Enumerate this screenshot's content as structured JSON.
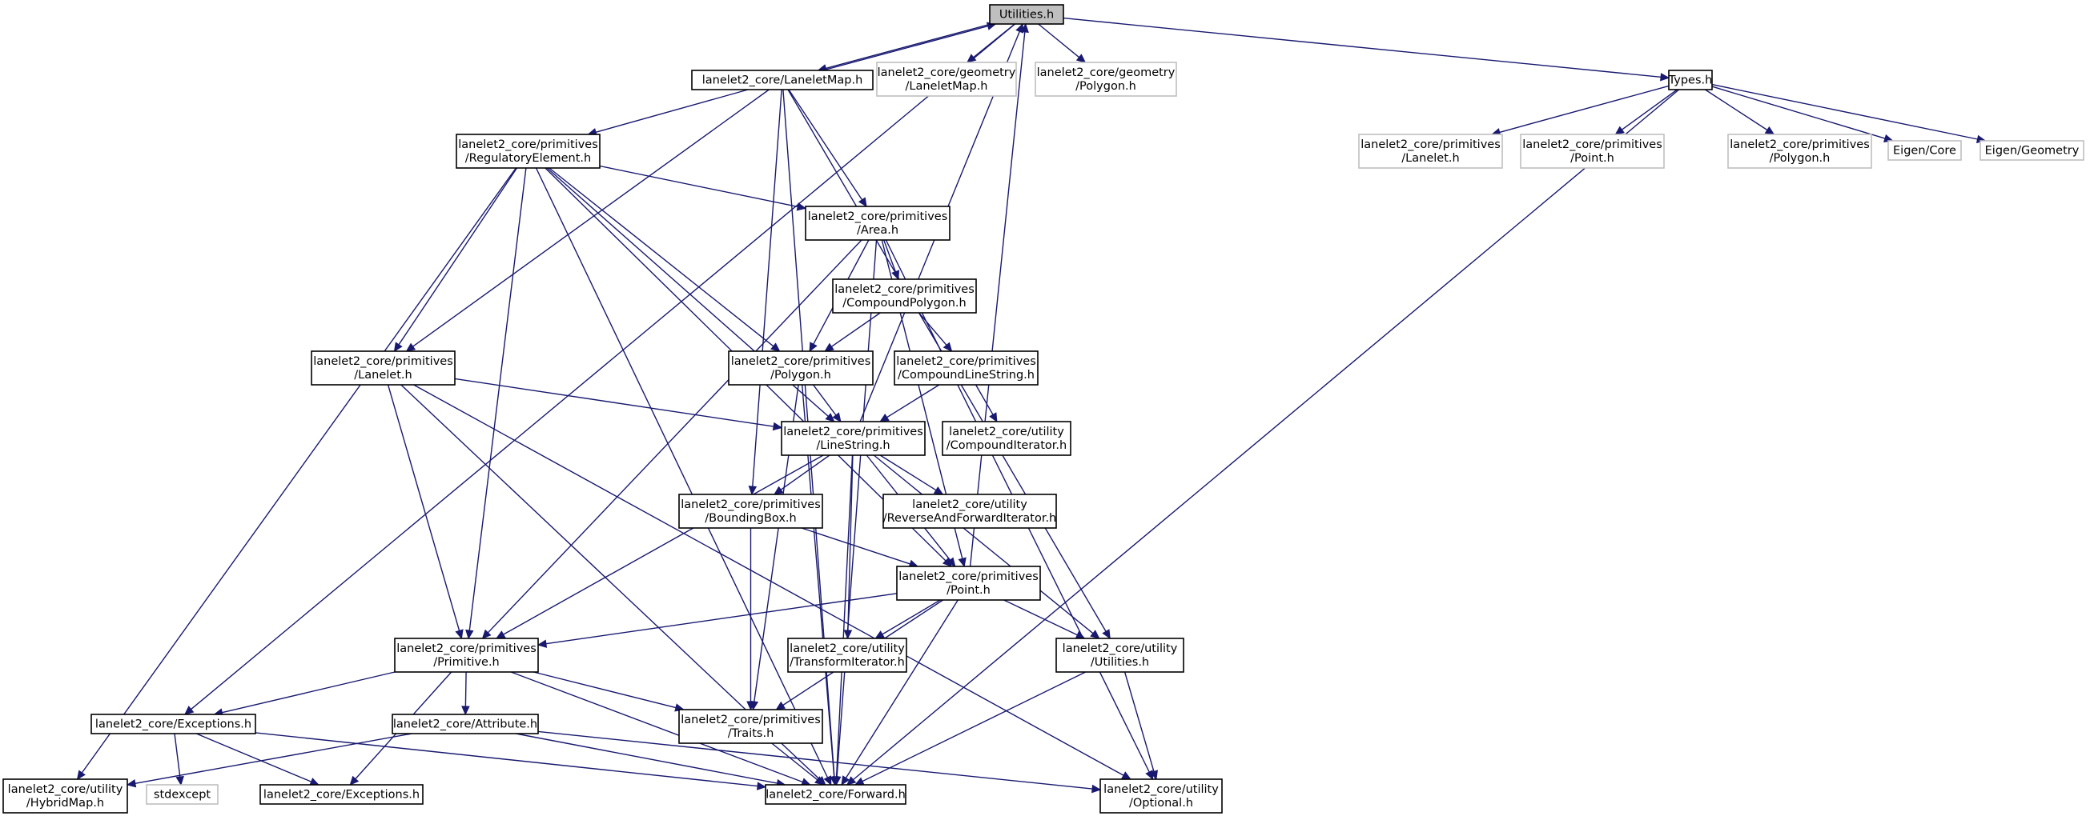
{
  "graph": {
    "colors": {
      "edge": "#191970",
      "node_border": "#000000",
      "leaf_border": "#bfbfbf",
      "root_fill": "#bfbfbf"
    },
    "nodes": [
      {
        "id": "utilities_root",
        "kind": "root",
        "lines": [
          "Utilities.h"
        ]
      },
      {
        "id": "laneletmap",
        "kind": "normal",
        "lines": [
          "lanelet2_core/LaneletMap.h"
        ]
      },
      {
        "id": "geom_laneletmap",
        "kind": "leaf",
        "lines": [
          "lanelet2_core/geometry",
          "/LaneletMap.h"
        ]
      },
      {
        "id": "geom_polygon",
        "kind": "leaf",
        "lines": [
          "lanelet2_core/geometry",
          "/Polygon.h"
        ]
      },
      {
        "id": "types",
        "kind": "normal",
        "lines": [
          "Types.h"
        ]
      },
      {
        "id": "types_lanelet",
        "kind": "leaf",
        "lines": [
          "lanelet2_core/primitives",
          "/Lanelet.h"
        ]
      },
      {
        "id": "types_point",
        "kind": "leaf",
        "lines": [
          "lanelet2_core/primitives",
          "/Point.h"
        ]
      },
      {
        "id": "types_polygon",
        "kind": "leaf",
        "lines": [
          "lanelet2_core/primitives",
          "/Polygon.h"
        ]
      },
      {
        "id": "eigen_core",
        "kind": "leaf",
        "lines": [
          "Eigen/Core"
        ]
      },
      {
        "id": "eigen_geometry",
        "kind": "leaf",
        "lines": [
          "Eigen/Geometry"
        ]
      },
      {
        "id": "regelem",
        "kind": "normal",
        "lines": [
          "lanelet2_core/primitives",
          "/RegulatoryElement.h"
        ]
      },
      {
        "id": "area",
        "kind": "normal",
        "lines": [
          "lanelet2_core/primitives",
          "/Area.h"
        ]
      },
      {
        "id": "compoundpolygon",
        "kind": "normal",
        "lines": [
          "lanelet2_core/primitives",
          "/CompoundPolygon.h"
        ]
      },
      {
        "id": "lanelet",
        "kind": "normal",
        "lines": [
          "lanelet2_core/primitives",
          "/Lanelet.h"
        ]
      },
      {
        "id": "polygon",
        "kind": "normal",
        "lines": [
          "lanelet2_core/primitives",
          "/Polygon.h"
        ]
      },
      {
        "id": "compoundlinestring",
        "kind": "normal",
        "lines": [
          "lanelet2_core/primitives",
          "/CompoundLineString.h"
        ]
      },
      {
        "id": "linestring",
        "kind": "normal",
        "lines": [
          "lanelet2_core/primitives",
          "/LineString.h"
        ]
      },
      {
        "id": "compounditerator",
        "kind": "normal",
        "lines": [
          "lanelet2_core/utility",
          "/CompoundIterator.h"
        ]
      },
      {
        "id": "boundingbox",
        "kind": "normal",
        "lines": [
          "lanelet2_core/primitives",
          "/BoundingBox.h"
        ]
      },
      {
        "id": "reverseiter",
        "kind": "normal",
        "lines": [
          "lanelet2_core/utility",
          "/ReverseAndForwardIterator.h"
        ]
      },
      {
        "id": "point",
        "kind": "normal",
        "lines": [
          "lanelet2_core/primitives",
          "/Point.h"
        ]
      },
      {
        "id": "primitive",
        "kind": "normal",
        "lines": [
          "lanelet2_core/primitives",
          "/Primitive.h"
        ]
      },
      {
        "id": "transformiter",
        "kind": "normal",
        "lines": [
          "lanelet2_core/utility",
          "/TransformIterator.h"
        ]
      },
      {
        "id": "util_utilities",
        "kind": "normal",
        "lines": [
          "lanelet2_core/utility",
          "/Utilities.h"
        ]
      },
      {
        "id": "exceptions_mid",
        "kind": "normal",
        "lines": [
          "lanelet2_core/Exceptions.h"
        ]
      },
      {
        "id": "attribute",
        "kind": "normal",
        "lines": [
          "lanelet2_core/Attribute.h"
        ]
      },
      {
        "id": "traits",
        "kind": "normal",
        "lines": [
          "lanelet2_core/primitives",
          "/Traits.h"
        ]
      },
      {
        "id": "hybridmap",
        "kind": "normal",
        "lines": [
          "lanelet2_core/utility",
          "/HybridMap.h"
        ]
      },
      {
        "id": "stdexcept",
        "kind": "leaf",
        "lines": [
          "stdexcept"
        ]
      },
      {
        "id": "exceptions_bot",
        "kind": "normal",
        "lines": [
          "lanelet2_core/Exceptions.h"
        ]
      },
      {
        "id": "forward",
        "kind": "normal",
        "lines": [
          "lanelet2_core/Forward.h"
        ]
      },
      {
        "id": "optional",
        "kind": "normal",
        "lines": [
          "lanelet2_core/utility",
          "/Optional.h"
        ]
      }
    ],
    "edges": [
      {
        "from": "utilities_root",
        "to": "laneletmap"
      },
      {
        "from": "laneletmap",
        "to": "utilities_root"
      },
      {
        "from": "utilities_root",
        "to": "geom_laneletmap"
      },
      {
        "from": "utilities_root",
        "to": "geom_polygon"
      },
      {
        "from": "utilities_root",
        "to": "types"
      },
      {
        "from": "utilities_root",
        "to": "exceptions_mid"
      },
      {
        "from": "linestring",
        "to": "utilities_root"
      },
      {
        "from": "point",
        "to": "utilities_root"
      },
      {
        "from": "types",
        "to": "types_lanelet"
      },
      {
        "from": "types",
        "to": "types_point"
      },
      {
        "from": "types",
        "to": "types_polygon"
      },
      {
        "from": "types",
        "to": "eigen_core"
      },
      {
        "from": "types",
        "to": "eigen_geometry"
      },
      {
        "from": "types",
        "to": "forward"
      },
      {
        "from": "laneletmap",
        "to": "regelem"
      },
      {
        "from": "laneletmap",
        "to": "area"
      },
      {
        "from": "laneletmap",
        "to": "lanelet"
      },
      {
        "from": "laneletmap",
        "to": "boundingbox"
      },
      {
        "from": "laneletmap",
        "to": "util_utilities"
      },
      {
        "from": "laneletmap",
        "to": "forward"
      },
      {
        "from": "regelem",
        "to": "area"
      },
      {
        "from": "regelem",
        "to": "lanelet"
      },
      {
        "from": "regelem",
        "to": "polygon"
      },
      {
        "from": "regelem",
        "to": "linestring"
      },
      {
        "from": "regelem",
        "to": "point"
      },
      {
        "from": "regelem",
        "to": "primitive"
      },
      {
        "from": "regelem",
        "to": "hybridmap"
      },
      {
        "from": "regelem",
        "to": "forward"
      },
      {
        "from": "area",
        "to": "compoundpolygon"
      },
      {
        "from": "area",
        "to": "polygon"
      },
      {
        "from": "area",
        "to": "point"
      },
      {
        "from": "area",
        "to": "primitive"
      },
      {
        "from": "area",
        "to": "forward"
      },
      {
        "from": "area",
        "to": "optional"
      },
      {
        "from": "compoundpolygon",
        "to": "polygon"
      },
      {
        "from": "compoundpolygon",
        "to": "compoundlinestring"
      },
      {
        "from": "lanelet",
        "to": "linestring"
      },
      {
        "from": "lanelet",
        "to": "primitive"
      },
      {
        "from": "lanelet",
        "to": "forward"
      },
      {
        "from": "lanelet",
        "to": "optional"
      },
      {
        "from": "polygon",
        "to": "linestring"
      },
      {
        "from": "polygon",
        "to": "traits"
      },
      {
        "from": "polygon",
        "to": "forward"
      },
      {
        "from": "compoundlinestring",
        "to": "linestring"
      },
      {
        "from": "compoundlinestring",
        "to": "compounditerator"
      },
      {
        "from": "linestring",
        "to": "boundingbox"
      },
      {
        "from": "linestring",
        "to": "reverseiter"
      },
      {
        "from": "linestring",
        "to": "point"
      },
      {
        "from": "linestring",
        "to": "primitive"
      },
      {
        "from": "linestring",
        "to": "transformiter"
      },
      {
        "from": "linestring",
        "to": "util_utilities"
      },
      {
        "from": "linestring",
        "to": "forward"
      },
      {
        "from": "boundingbox",
        "to": "point"
      },
      {
        "from": "boundingbox",
        "to": "traits"
      },
      {
        "from": "point",
        "to": "primitive"
      },
      {
        "from": "point",
        "to": "transformiter"
      },
      {
        "from": "point",
        "to": "util_utilities"
      },
      {
        "from": "point",
        "to": "traits"
      },
      {
        "from": "point",
        "to": "forward"
      },
      {
        "from": "util_utilities",
        "to": "forward"
      },
      {
        "from": "util_utilities",
        "to": "optional"
      },
      {
        "from": "primitive",
        "to": "exceptions_mid"
      },
      {
        "from": "primitive",
        "to": "attribute"
      },
      {
        "from": "primitive",
        "to": "traits"
      },
      {
        "from": "primitive",
        "to": "exceptions_bot"
      },
      {
        "from": "primitive",
        "to": "forward"
      },
      {
        "from": "exceptions_mid",
        "to": "stdexcept"
      },
      {
        "from": "exceptions_mid",
        "to": "exceptions_bot"
      },
      {
        "from": "exceptions_mid",
        "to": "forward"
      },
      {
        "from": "attribute",
        "to": "hybridmap"
      },
      {
        "from": "attribute",
        "to": "forward"
      },
      {
        "from": "attribute",
        "to": "optional"
      },
      {
        "from": "traits",
        "to": "forward"
      }
    ]
  }
}
